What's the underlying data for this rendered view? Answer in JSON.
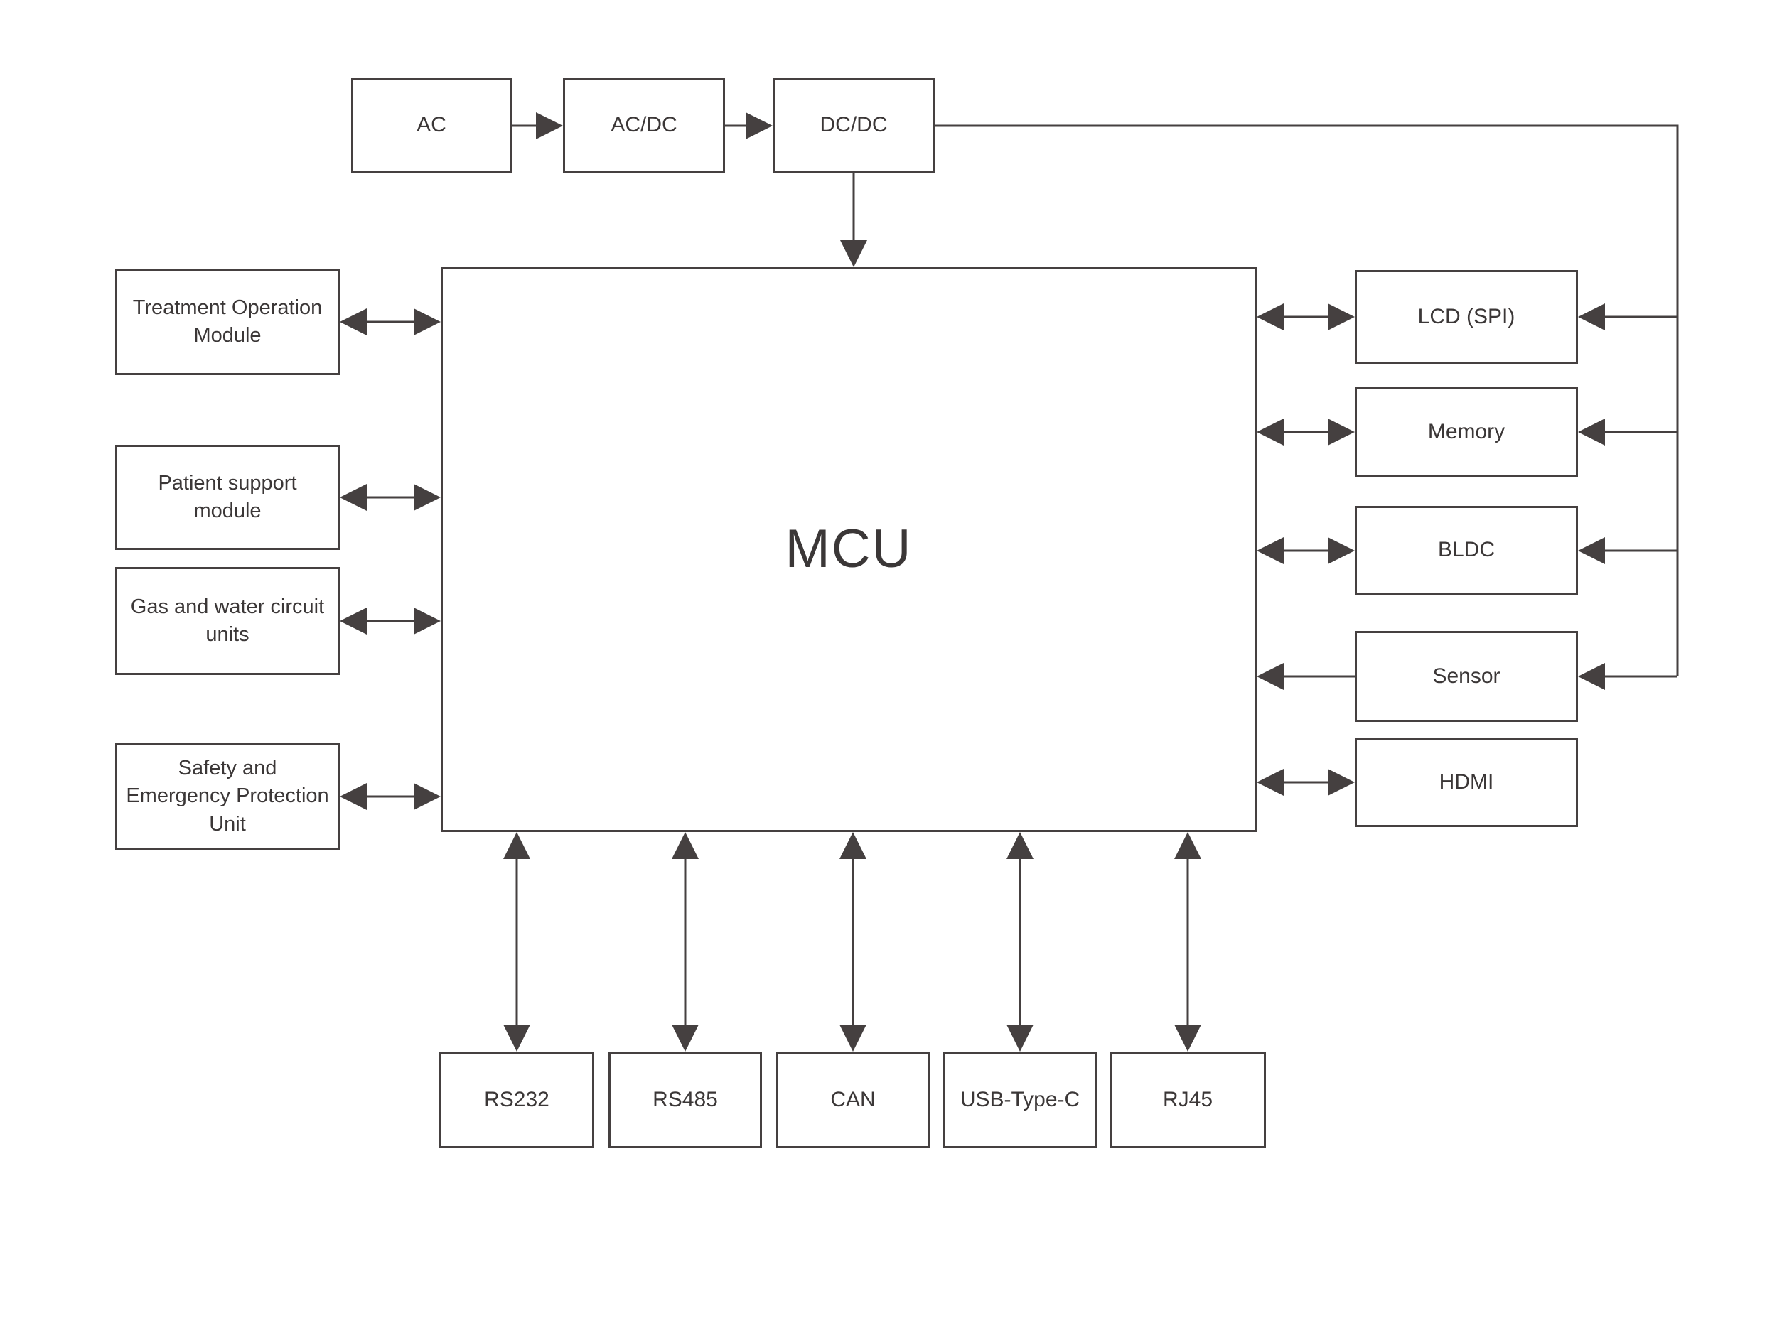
{
  "diagram_type": "block-diagram",
  "colors": {
    "background": "#ffffff",
    "line": "#454040",
    "text": "#3b3737",
    "box_border": "#454040",
    "box_fill": "#ffffff"
  },
  "nodes": {
    "ac": {
      "label": "AC"
    },
    "acdc": {
      "label": "AC/DC"
    },
    "dcdc": {
      "label": "DC/DC"
    },
    "mcu": {
      "label": "MCU"
    },
    "treatment": {
      "label": "Treatment Operation Module"
    },
    "patient": {
      "label": "Patient support module"
    },
    "gas": {
      "label": "Gas and water circuit units"
    },
    "safety": {
      "label": "Safety and Emergency Protection Unit"
    },
    "lcd": {
      "label": "LCD (SPI)"
    },
    "memory": {
      "label": "Memory"
    },
    "bldc": {
      "label": "BLDC"
    },
    "sensor": {
      "label": "Sensor"
    },
    "hdmi": {
      "label": "HDMI"
    },
    "rs232": {
      "label": "RS232"
    },
    "rs485": {
      "label": "RS485"
    },
    "can": {
      "label": "CAN"
    },
    "usb": {
      "label": "USB-Type-C"
    },
    "rj45": {
      "label": "RJ45"
    }
  },
  "edges": [
    {
      "from": "AC",
      "to": "AC/DC",
      "style": "arrow"
    },
    {
      "from": "AC/DC",
      "to": "DC/DC",
      "style": "arrow"
    },
    {
      "from": "DC/DC",
      "to": "MCU",
      "style": "arrow"
    },
    {
      "from": "DC/DC",
      "to": "LCD (SPI)",
      "style": "power-arrow"
    },
    {
      "from": "DC/DC",
      "to": "Memory",
      "style": "power-arrow"
    },
    {
      "from": "DC/DC",
      "to": "BLDC",
      "style": "power-arrow"
    },
    {
      "from": "DC/DC",
      "to": "Sensor",
      "style": "power-arrow"
    },
    {
      "from": "MCU",
      "to": "Treatment Operation Module",
      "style": "bidirectional"
    },
    {
      "from": "MCU",
      "to": "Patient support module",
      "style": "bidirectional"
    },
    {
      "from": "MCU",
      "to": "Gas and water circuit units",
      "style": "bidirectional"
    },
    {
      "from": "MCU",
      "to": "Safety and Emergency Protection Unit",
      "style": "bidirectional"
    },
    {
      "from": "MCU",
      "to": "LCD (SPI)",
      "style": "bidirectional"
    },
    {
      "from": "MCU",
      "to": "Memory",
      "style": "bidirectional"
    },
    {
      "from": "MCU",
      "to": "BLDC",
      "style": "bidirectional"
    },
    {
      "from": "Sensor",
      "to": "MCU",
      "style": "arrow"
    },
    {
      "from": "MCU",
      "to": "HDMI",
      "style": "bidirectional"
    },
    {
      "from": "MCU",
      "to": "RS232",
      "style": "bidirectional"
    },
    {
      "from": "MCU",
      "to": "RS485",
      "style": "bidirectional"
    },
    {
      "from": "MCU",
      "to": "CAN",
      "style": "bidirectional"
    },
    {
      "from": "MCU",
      "to": "USB-Type-C",
      "style": "bidirectional"
    },
    {
      "from": "MCU",
      "to": "RJ45",
      "style": "bidirectional"
    }
  ]
}
